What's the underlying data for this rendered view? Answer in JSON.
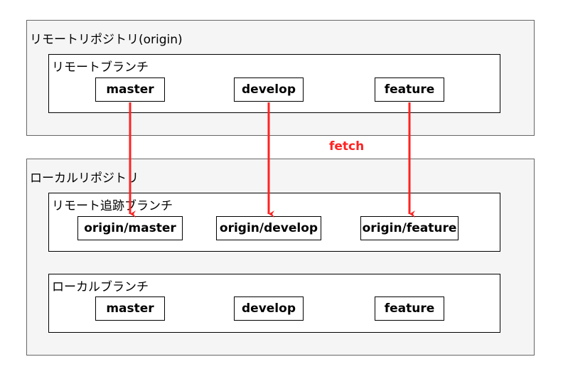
{
  "remote_repo": {
    "label": "リモートリポジトリ(origin)",
    "group_label": "リモートブランチ",
    "branches": [
      "master",
      "develop",
      "feature"
    ]
  },
  "local_repo": {
    "label": "ローカルリポジトリ",
    "tracking_group_label": "リモート追跡ブランチ",
    "tracking_branches": [
      "origin/master",
      "origin/develop",
      "origin/feature"
    ],
    "local_group_label": "ローカルブランチ",
    "local_branches": [
      "master",
      "develop",
      "feature"
    ]
  },
  "fetch_label": "fetch",
  "colors": {
    "arrow": "#ff2222",
    "repo_fill": "#f5f5f5",
    "repo_border": "#666666"
  }
}
